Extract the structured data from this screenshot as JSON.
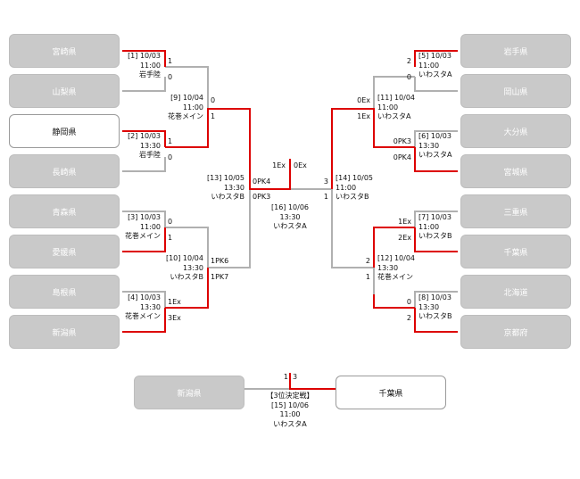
{
  "colors": {
    "winner_line": "#dd0000",
    "loser_line": "#b0b0b0",
    "eliminated_box": "#c9c9c9"
  },
  "teams": {
    "l1": "宮崎県",
    "l2": "山梨県",
    "l3": "静岡県",
    "l4": "長崎県",
    "l5": "青森県",
    "l6": "愛媛県",
    "l7": "島根県",
    "l8": "新潟県",
    "r1": "岩手県",
    "r2": "岡山県",
    "r3": "大分県",
    "r4": "宮城県",
    "r5": "三重県",
    "r6": "千葉県",
    "r7": "北海道",
    "r8": "京都府",
    "t_left": "新潟県",
    "t_right": "千葉県"
  },
  "matches": {
    "m1": {
      "no": "[1] 10/03",
      "time": "11:00",
      "venue": "岩手陸"
    },
    "m2": {
      "no": "[2] 10/03",
      "time": "13:30",
      "venue": "岩手陸"
    },
    "m3": {
      "no": "[3] 10/03",
      "time": "11:00",
      "venue": "花巻メイン"
    },
    "m4": {
      "no": "[4] 10/03",
      "time": "13:30",
      "venue": "花巻メイン"
    },
    "m5": {
      "no": "[5] 10/03",
      "time": "11:00",
      "venue": "いわスタA"
    },
    "m6": {
      "no": "[6] 10/03",
      "time": "13:30",
      "venue": "いわスタA"
    },
    "m7": {
      "no": "[7] 10/03",
      "time": "11:00",
      "venue": "いわスタB"
    },
    "m8": {
      "no": "[8] 10/03",
      "time": "13:30",
      "venue": "いわスタB"
    },
    "m9": {
      "no": "[9] 10/04",
      "time": "11:00",
      "venue": "花巻メイン"
    },
    "m10": {
      "no": "[10] 10/04",
      "time": "13:30",
      "venue": "いわスタB"
    },
    "m11": {
      "no": "[11] 10/04",
      "time": "11:00",
      "venue": "いわスタA"
    },
    "m12": {
      "no": "[12] 10/04",
      "time": "13:30",
      "venue": "花巻メイン"
    },
    "m13": {
      "no": "[13] 10/05",
      "time": "13:30",
      "venue": "いわスタB"
    },
    "m14": {
      "no": "[14] 10/05",
      "time": "11:00",
      "venue": "いわスタB"
    },
    "m16": {
      "no": "[16] 10/06",
      "time": "13:30",
      "venue": "いわスタA"
    },
    "m15": {
      "title": "【3位決定戦】",
      "no": "[15] 10/06",
      "time": "11:00",
      "venue": "いわスタA"
    }
  },
  "scores": {
    "m1_a": "1",
    "m1_b": "0",
    "m2_a": "1",
    "m2_b": "0",
    "m3_a": "0",
    "m3_b": "1",
    "m4_a": "1Ex",
    "m4_b": "3Ex",
    "m9_a": "0",
    "m9_b": "1",
    "m10_a": "1PK6",
    "m10_b": "1PK7",
    "m13_a": "0PK4",
    "m13_b": "0PK3",
    "m5_a": "2",
    "m5_b": "0",
    "m6_a": "0PK3",
    "m6_b": "0PK4",
    "m7_a": "1Ex",
    "m7_b": "2Ex",
    "m8_a": "0",
    "m8_b": "2",
    "m11_a": "0Ex",
    "m11_b": "1Ex",
    "m12_a": "2",
    "m12_b": "1",
    "m14_a": "3",
    "m14_b": "1",
    "final_l": "1Ex",
    "final_r": "0Ex",
    "third_l": "1",
    "third_r": "3"
  }
}
